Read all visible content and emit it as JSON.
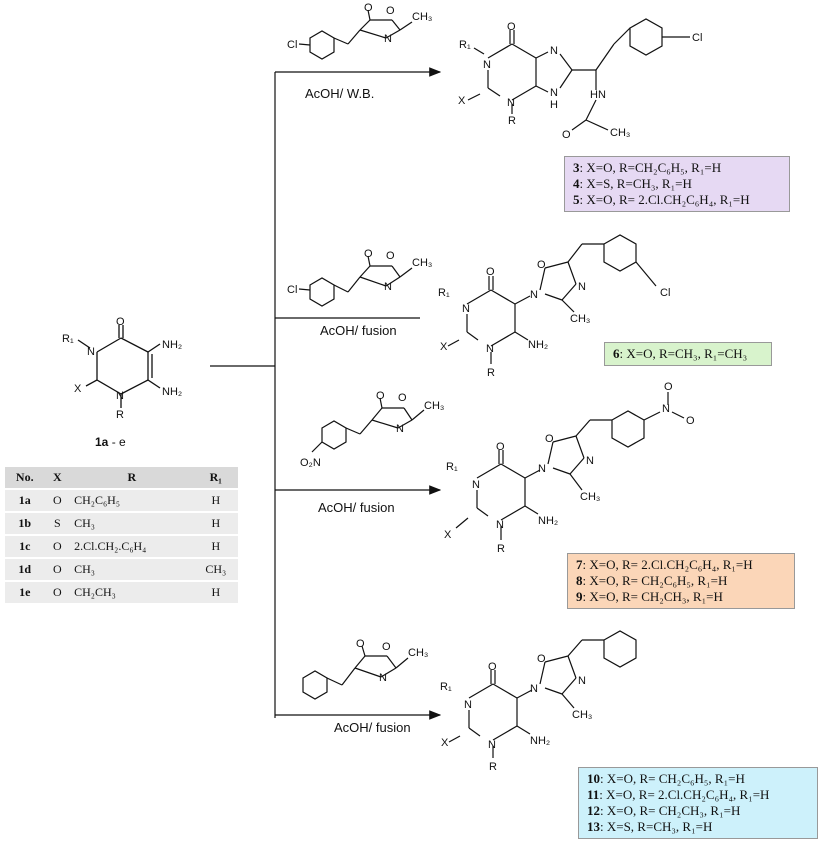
{
  "start": {
    "label_bold": "1a",
    "label_rest": " - e",
    "atoms": {
      "o": "O",
      "nh2_top": "NH₂",
      "nh2_bottom": "NH₂",
      "n1": "N",
      "n3": "N",
      "r1": "R₁",
      "x": "X",
      "r": "R"
    }
  },
  "reactions": [
    {
      "condition": "AcOH/ W.B.",
      "reagent_sub": "Cl"
    },
    {
      "condition": "AcOH/ fusion",
      "reagent_sub": "Cl"
    },
    {
      "condition": "AcOH/ fusion",
      "reagent_sub": "O₂N"
    },
    {
      "condition": "AcOH/ fusion",
      "reagent_sub": ""
    }
  ],
  "oxazolone_atoms": {
    "o_carbonyl": "O",
    "o_ring": "O",
    "n": "N",
    "ch3": "CH₃"
  },
  "product1_atoms": {
    "r1": "R₁",
    "o": "O",
    "n_a": "N",
    "n_b": "N",
    "n_c": "N",
    "nh": "N",
    "h": "H",
    "x": "X",
    "r": "R",
    "hn": "HN",
    "o2": "O",
    "ch3": "CH₃",
    "cl": "Cl"
  },
  "product_atoms": {
    "r1": "R₁",
    "o": "O",
    "n1": "N",
    "n3": "N",
    "x": "X",
    "r": "R",
    "nh2": "NH₂",
    "o_im": "O",
    "n_im1": "N",
    "n_im2": "N",
    "ch3": "CH₃",
    "cl": "Cl",
    "no2": "N",
    "o_a": "O",
    "o_b": "O"
  },
  "table": {
    "headers": [
      "No.",
      "X",
      "R",
      "R₁"
    ],
    "rows": [
      [
        "1a",
        "O",
        "CH₂C₆H₅",
        "H"
      ],
      [
        "1b",
        "S",
        "CH₃",
        "H"
      ],
      [
        "1c",
        "O",
        "2.Cl.CH₂.C₆H₄",
        "H"
      ],
      [
        "1d",
        "O",
        "CH₃",
        "CH₃"
      ],
      [
        "1e",
        "O",
        "CH₂CH₃",
        "H"
      ]
    ]
  },
  "boxes": [
    {
      "color": "#e6d9f3",
      "items": [
        {
          "num": "3",
          "text": ": X=O, R=CH₂C₆H₅, R₁=H"
        },
        {
          "num": "4",
          "text": ": X=S, R=CH₃, R₁=H"
        },
        {
          "num": "5",
          "text": ": X=O, R= 2.Cl.CH₂C₆H₄, R₁=H"
        }
      ]
    },
    {
      "color": "#d8f3cc",
      "items": [
        {
          "num": "6",
          "text": ": X=O, R=CH₃, R₁=CH₃"
        }
      ]
    },
    {
      "color": "#fbd6b8",
      "items": [
        {
          "num": "7",
          "text": ": X=O, R= 2.Cl.CH₂C₆H₄, R₁=H"
        },
        {
          "num": "8",
          "text": ": X=O, R= CH₂C₆H₅, R₁=H"
        },
        {
          "num": "9",
          "text": ": X=O, R= CH₂CH₃, R₁=H"
        }
      ]
    },
    {
      "color": "#cdf1fb",
      "items": [
        {
          "num": "10",
          "text": ": X=O, R= CH₂C₆H₅, R₁=H"
        },
        {
          "num": "11",
          "text": ": X=O, R= 2.Cl.CH₂C₆H₄, R₁=H"
        },
        {
          "num": "12",
          "text": ": X=O, R= CH₂CH₃, R₁=H"
        },
        {
          "num": "13",
          "text": ": X=S, R=CH₃, R₁=H"
        }
      ]
    }
  ]
}
